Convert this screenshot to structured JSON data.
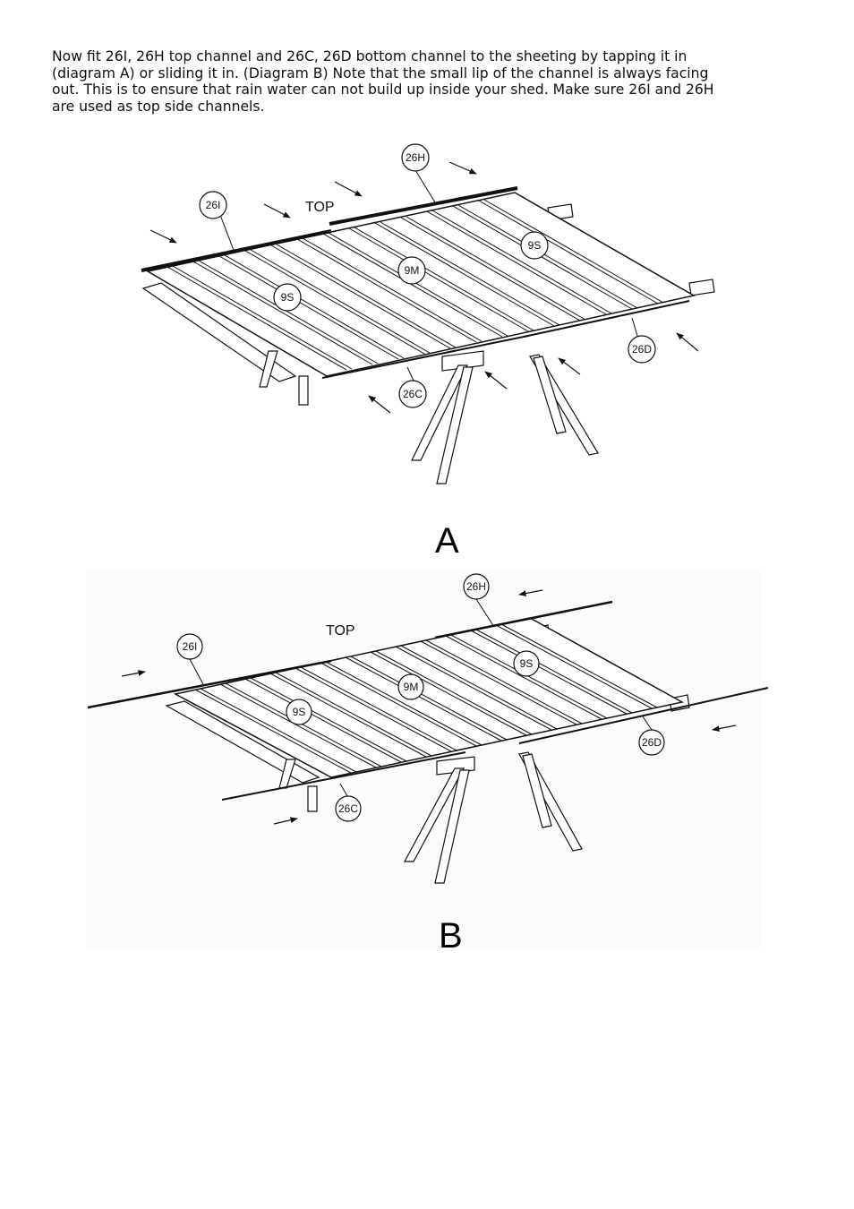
{
  "instructions": {
    "lines": [
      "Now fit 26I, 26H top channel and 26C, 26D bottom channel to the sheeting by tapping it in",
      "(diagram A) or sliding it in. (Diagram B) Note that the small lip of the channel is always facing",
      "out. This is to ensure that rain water can not build up inside your shed. Make sure 26I and 26H",
      "are used as top side channels."
    ]
  },
  "diagram_a": {
    "letter": "A",
    "top_label": "TOP",
    "callouts": {
      "c26h": "26H",
      "c26i": "26I",
      "c9s_right": "9S",
      "c9m": "9M",
      "c9s_left": "9S",
      "c26d": "26D",
      "c26c": "26C"
    }
  },
  "diagram_b": {
    "letter": "B",
    "top_label": "TOP",
    "callouts": {
      "c26h": "26H",
      "c26i": "26I",
      "c9s_right": "9S",
      "c9m": "9M",
      "c9s_left": "9S",
      "c26d": "26D",
      "c26c": "26C"
    }
  }
}
